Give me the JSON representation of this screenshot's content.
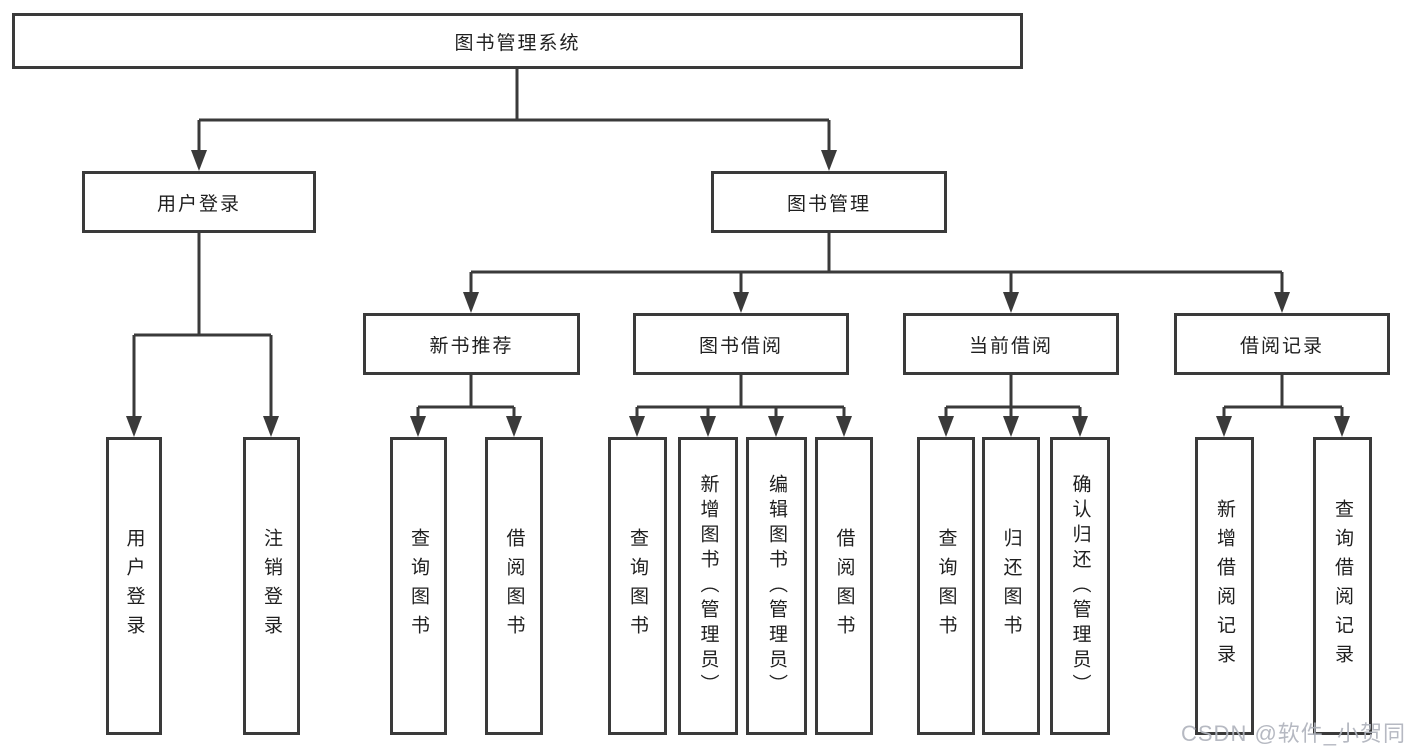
{
  "diagram": {
    "root": {
      "label": "图书管理系统"
    },
    "branches": [
      {
        "label": "用户登录",
        "children": [
          {
            "label": "用户登录"
          },
          {
            "label": "注销登录"
          }
        ]
      },
      {
        "label": "图书管理",
        "children": [
          {
            "label": "新书推荐",
            "children": [
              {
                "label": "查询图书"
              },
              {
                "label": "借阅图书"
              }
            ]
          },
          {
            "label": "图书借阅",
            "children": [
              {
                "label": "查询图书"
              },
              {
                "label": "新增图书（管理员）"
              },
              {
                "label": "编辑图书（管理员）"
              },
              {
                "label": "借阅图书"
              }
            ]
          },
          {
            "label": "当前借阅",
            "children": [
              {
                "label": "查询图书"
              },
              {
                "label": "归还图书"
              },
              {
                "label": "确认归还（管理员）"
              }
            ]
          },
          {
            "label": "借阅记录",
            "children": [
              {
                "label": "新增借阅记录"
              },
              {
                "label": "查询借阅记录"
              }
            ]
          }
        ]
      }
    ]
  },
  "watermark": {
    "text": "CSDN @软件_小贺同学"
  },
  "colors": {
    "line": "#3a3a3a",
    "node_text": "#1f1f1f",
    "background": "#ffffff",
    "watermark": "#b0b4bd"
  }
}
